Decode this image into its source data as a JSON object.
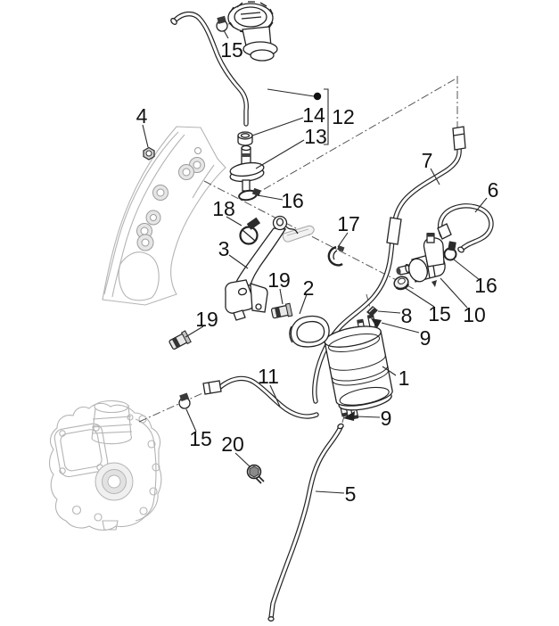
{
  "diagram": {
    "kind": "exploded-parts-diagram",
    "background_color": "#ffffff",
    "line_color": "#222222",
    "muted_part_color": "#b4b4b4",
    "label_color": "#111111"
  },
  "callouts": [
    {
      "id": "15-top",
      "label": "15"
    },
    {
      "id": "14",
      "label": "14"
    },
    {
      "id": "12",
      "label": "12"
    },
    {
      "id": "13",
      "label": "13"
    },
    {
      "id": "4",
      "label": "4"
    },
    {
      "id": "16-upper",
      "label": "16"
    },
    {
      "id": "18",
      "label": "18"
    },
    {
      "id": "17",
      "label": "17"
    },
    {
      "id": "3",
      "label": "3"
    },
    {
      "id": "7",
      "label": "7"
    },
    {
      "id": "6",
      "label": "6"
    },
    {
      "id": "19-upper",
      "label": "19"
    },
    {
      "id": "2",
      "label": "2"
    },
    {
      "id": "16-right",
      "label": "16"
    },
    {
      "id": "8",
      "label": "8"
    },
    {
      "id": "15-mid",
      "label": "15"
    },
    {
      "id": "10",
      "label": "10"
    },
    {
      "id": "19-left",
      "label": "19"
    },
    {
      "id": "9-upper",
      "label": "9"
    },
    {
      "id": "1",
      "label": "1"
    },
    {
      "id": "11",
      "label": "11"
    },
    {
      "id": "9-lower",
      "label": "9"
    },
    {
      "id": "15-bottom",
      "label": "15"
    },
    {
      "id": "20",
      "label": "20"
    },
    {
      "id": "5",
      "label": "5"
    }
  ]
}
